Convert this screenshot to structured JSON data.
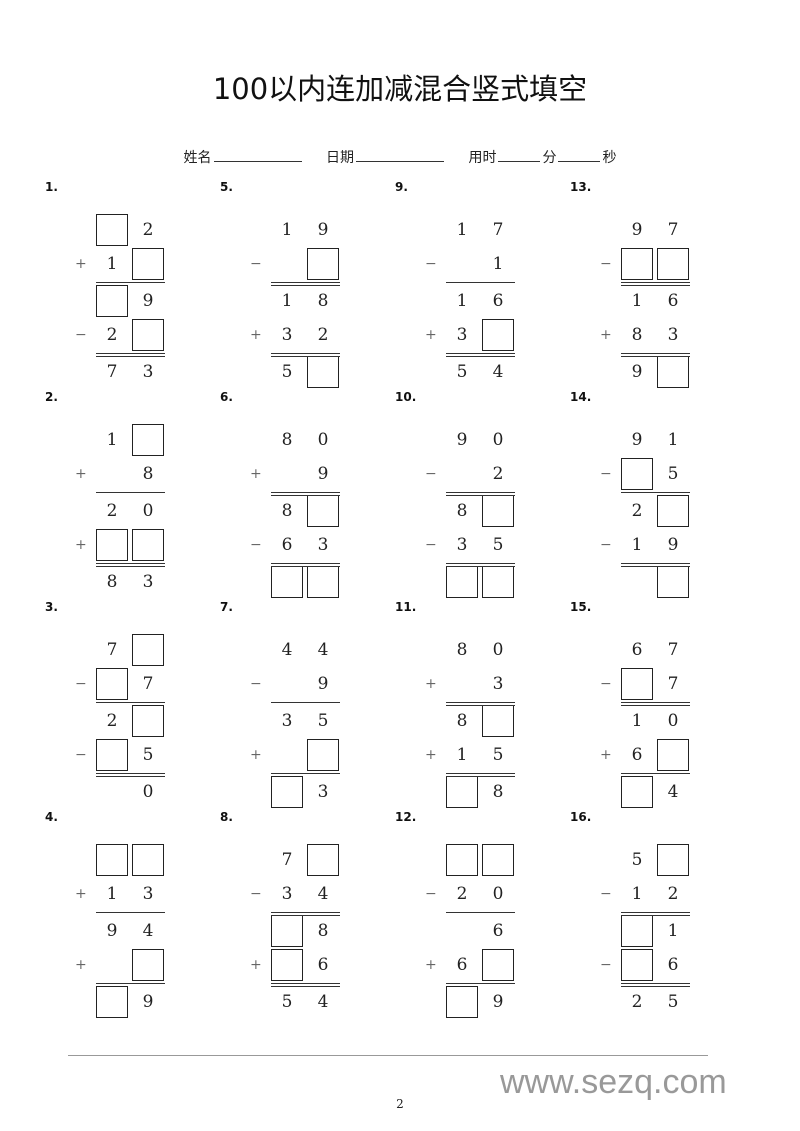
{
  "title": "100以内连加减混合竖式填空",
  "info": {
    "name_label": "姓名",
    "date_label": "日期",
    "time_label": "用时",
    "minute_label": "分",
    "second_label": "秒"
  },
  "problems": [
    {
      "num": "1.",
      "rows": [
        {
          "op": "",
          "t": "□",
          "u": "2"
        },
        {
          "op": "+",
          "t": "1",
          "u": "□"
        },
        {
          "op": "",
          "t": "□",
          "u": "9"
        },
        {
          "op": "−",
          "t": "2",
          "u": "□"
        },
        {
          "op": "",
          "t": "7",
          "u": "3"
        }
      ]
    },
    {
      "num": "2.",
      "rows": [
        {
          "op": "",
          "t": "1",
          "u": "□"
        },
        {
          "op": "+",
          "t": "",
          "u": "8"
        },
        {
          "op": "",
          "t": "2",
          "u": "0"
        },
        {
          "op": "+",
          "t": "□",
          "u": "□"
        },
        {
          "op": "",
          "t": "8",
          "u": "3"
        }
      ]
    },
    {
      "num": "3.",
      "rows": [
        {
          "op": "",
          "t": "7",
          "u": "□"
        },
        {
          "op": "−",
          "t": "□",
          "u": "7"
        },
        {
          "op": "",
          "t": "2",
          "u": "□"
        },
        {
          "op": "−",
          "t": "□",
          "u": "5"
        },
        {
          "op": "",
          "t": "",
          "u": "0"
        }
      ]
    },
    {
      "num": "4.",
      "rows": [
        {
          "op": "",
          "t": "□",
          "u": "□"
        },
        {
          "op": "+",
          "t": "1",
          "u": "3"
        },
        {
          "op": "",
          "t": "9",
          "u": "4"
        },
        {
          "op": "+",
          "t": "",
          "u": "□"
        },
        {
          "op": "",
          "t": "□",
          "u": "9"
        }
      ]
    },
    {
      "num": "5.",
      "rows": [
        {
          "op": "",
          "t": "1",
          "u": "9"
        },
        {
          "op": "−",
          "t": "",
          "u": "□"
        },
        {
          "op": "",
          "t": "1",
          "u": "8"
        },
        {
          "op": "+",
          "t": "3",
          "u": "2"
        },
        {
          "op": "",
          "t": "5",
          "u": "□"
        }
      ]
    },
    {
      "num": "6.",
      "rows": [
        {
          "op": "",
          "t": "8",
          "u": "0"
        },
        {
          "op": "+",
          "t": "",
          "u": "9"
        },
        {
          "op": "",
          "t": "8",
          "u": "□"
        },
        {
          "op": "−",
          "t": "6",
          "u": "3"
        },
        {
          "op": "",
          "t": "□",
          "u": "□"
        }
      ]
    },
    {
      "num": "7.",
      "rows": [
        {
          "op": "",
          "t": "4",
          "u": "4"
        },
        {
          "op": "−",
          "t": "",
          "u": "9"
        },
        {
          "op": "",
          "t": "3",
          "u": "5"
        },
        {
          "op": "+",
          "t": "",
          "u": "□"
        },
        {
          "op": "",
          "t": "□",
          "u": "3"
        }
      ]
    },
    {
      "num": "8.",
      "rows": [
        {
          "op": "",
          "t": "7",
          "u": "□"
        },
        {
          "op": "−",
          "t": "3",
          "u": "4"
        },
        {
          "op": "",
          "t": "□",
          "u": "8"
        },
        {
          "op": "+",
          "t": "□",
          "u": "6"
        },
        {
          "op": "",
          "t": "5",
          "u": "4"
        }
      ]
    },
    {
      "num": "9.",
      "rows": [
        {
          "op": "",
          "t": "1",
          "u": "7"
        },
        {
          "op": "−",
          "t": "",
          "u": "1"
        },
        {
          "op": "",
          "t": "1",
          "u": "6"
        },
        {
          "op": "+",
          "t": "3",
          "u": "□"
        },
        {
          "op": "",
          "t": "5",
          "u": "4"
        }
      ]
    },
    {
      "num": "10.",
      "rows": [
        {
          "op": "",
          "t": "9",
          "u": "0"
        },
        {
          "op": "−",
          "t": "",
          "u": "2"
        },
        {
          "op": "",
          "t": "8",
          "u": "□"
        },
        {
          "op": "−",
          "t": "3",
          "u": "5"
        },
        {
          "op": "",
          "t": "□",
          "u": "□"
        }
      ]
    },
    {
      "num": "11.",
      "rows": [
        {
          "op": "",
          "t": "8",
          "u": "0"
        },
        {
          "op": "+",
          "t": "",
          "u": "3"
        },
        {
          "op": "",
          "t": "8",
          "u": "□"
        },
        {
          "op": "+",
          "t": "1",
          "u": "5"
        },
        {
          "op": "",
          "t": "□",
          "u": "8"
        }
      ]
    },
    {
      "num": "12.",
      "rows": [
        {
          "op": "",
          "t": "□",
          "u": "□"
        },
        {
          "op": "−",
          "t": "2",
          "u": "0"
        },
        {
          "op": "",
          "t": "",
          "u": "6"
        },
        {
          "op": "+",
          "t": "6",
          "u": "□"
        },
        {
          "op": "",
          "t": "□",
          "u": "9"
        }
      ]
    },
    {
      "num": "13.",
      "rows": [
        {
          "op": "",
          "t": "9",
          "u": "7"
        },
        {
          "op": "−",
          "t": "□",
          "u": "□"
        },
        {
          "op": "",
          "t": "1",
          "u": "6"
        },
        {
          "op": "+",
          "t": "8",
          "u": "3"
        },
        {
          "op": "",
          "t": "9",
          "u": "□"
        }
      ]
    },
    {
      "num": "14.",
      "rows": [
        {
          "op": "",
          "t": "9",
          "u": "1"
        },
        {
          "op": "−",
          "t": "□",
          "u": "5"
        },
        {
          "op": "",
          "t": "2",
          "u": "□"
        },
        {
          "op": "−",
          "t": "1",
          "u": "9"
        },
        {
          "op": "",
          "t": "",
          "u": "□"
        }
      ]
    },
    {
      "num": "15.",
      "rows": [
        {
          "op": "",
          "t": "6",
          "u": "7"
        },
        {
          "op": "−",
          "t": "□",
          "u": "7"
        },
        {
          "op": "",
          "t": "1",
          "u": "0"
        },
        {
          "op": "+",
          "t": "6",
          "u": "□"
        },
        {
          "op": "",
          "t": "□",
          "u": "4"
        }
      ]
    },
    {
      "num": "16.",
      "rows": [
        {
          "op": "",
          "t": "5",
          "u": "□"
        },
        {
          "op": "−",
          "t": "1",
          "u": "2"
        },
        {
          "op": "",
          "t": "□",
          "u": "1"
        },
        {
          "op": "−",
          "t": "□",
          "u": "6"
        },
        {
          "op": "",
          "t": "2",
          "u": "5"
        }
      ]
    }
  ],
  "footer": {
    "watermark": "www.sezq.com",
    "page_number": "2"
  }
}
